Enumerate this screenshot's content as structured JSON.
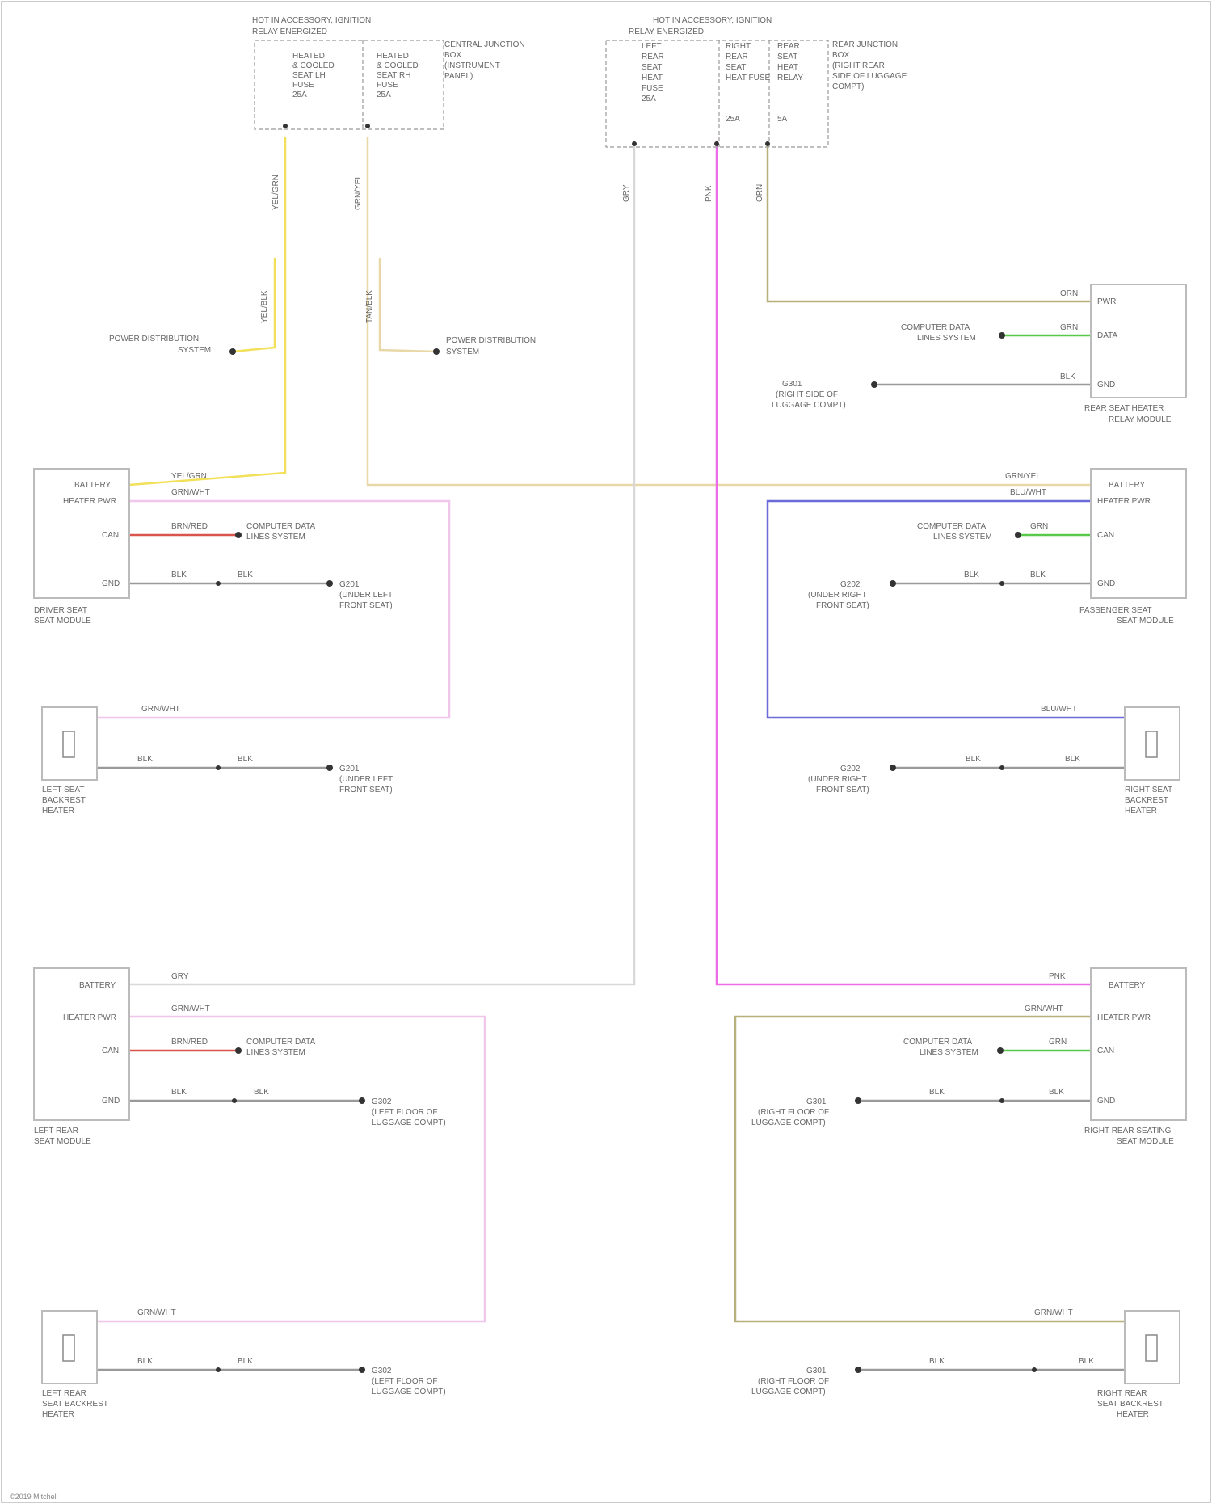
{
  "copyright": "©2019 Mitchell",
  "colors": {
    "yellow": "#f3e05a",
    "tan": "#e8d8a8",
    "grey": "#d8d8d8",
    "pink": "#ec6ce8",
    "light_pink": "#f0c6ea",
    "green": "#59c94b",
    "red": "#d9534f",
    "blue": "#6a6ad8",
    "olive": "#b7b07a",
    "ground": "#9a9a9a"
  },
  "fuse_box_left": {
    "title": "HOT IN ACCESSORY, IGNITION",
    "subtitle": "RELAY ENERGIZED",
    "fuse_1": [
      "HEATED",
      "& COOLED",
      "SEAT LH",
      "FUSE",
      "25A"
    ],
    "fuse_2": [
      "HEATED",
      "& COOLED",
      "SEAT RH",
      "FUSE",
      "25A"
    ],
    "side": [
      "CENTRAL JUNCTION",
      "BOX",
      "(INSTRUMENT",
      "PANEL)"
    ],
    "wire_1": "YEL/GRN",
    "wire_2": "GRN/YEL",
    "wire_1b": "YEL/BLK",
    "wire_2b": "TAN/BLK"
  },
  "fuse_box_right": {
    "title": "HOT IN ACCESSORY, IGNITION",
    "subtitle": "RELAY ENERGIZED",
    "fuse_1": [
      "LEFT",
      "REAR",
      "SEAT",
      "HEAT",
      "FUSE",
      "25A"
    ],
    "fuse_2": [
      "RIGHT",
      "REAR",
      "SEAT",
      "HEAT FUSE"
    ],
    "fuse_2_amp": "25A",
    "fuse_3": [
      "REAR",
      "SEAT",
      "HEAT",
      "RELAY"
    ],
    "fuse_3_amp": "5A",
    "side": [
      "REAR JUNCTION",
      "BOX",
      "(RIGHT REAR",
      "SIDE OF LUGGAGE",
      "COMPT)"
    ],
    "wire_1": "GRY",
    "wire_2": "PNK",
    "wire_3": "ORN"
  },
  "splices": {
    "left": [
      "POWER DISTRIBUTION",
      "SYSTEM"
    ],
    "right": [
      "POWER DISTRIBUTION",
      "SYSTEM"
    ]
  },
  "rear_relay": {
    "name": [
      "REAR SEAT HEATER",
      "RELAY MODULE"
    ],
    "pins": [
      "PWR",
      "DATA",
      "GND"
    ],
    "wires": [
      "ORN",
      "GRN",
      "BLK"
    ],
    "can": [
      "COMPUTER DATA",
      "LINES SYSTEM"
    ],
    "ground": [
      "G301",
      "(RIGHT SIDE OF",
      "LUGGAGE COMPT)"
    ]
  },
  "driver_module": {
    "name": [
      "DRIVER SEAT",
      "SEAT MODULE"
    ],
    "pins": [
      "BATTERY",
      "HEATER PWR",
      "CAN",
      "GND"
    ],
    "wires": [
      "YEL/GRN",
      "GRN/WHT",
      "BRN/RED",
      "BLK",
      "BLK"
    ],
    "can": [
      "COMPUTER DATA",
      "LINES SYSTEM"
    ],
    "ground": [
      "G201",
      "(UNDER LEFT",
      "FRONT SEAT)"
    ]
  },
  "passenger_module": {
    "name": [
      "PASSENGER SEAT",
      "SEAT MODULE"
    ],
    "pins": [
      "BATTERY",
      "HEATER PWR",
      "CAN",
      "GND"
    ],
    "wires": [
      "GRN/YEL",
      "BLU/WHT",
      "GRN",
      "BLK",
      "BLK"
    ],
    "can": [
      "COMPUTER DATA",
      "LINES SYSTEM"
    ],
    "ground": [
      "G202",
      "(UNDER RIGHT",
      "FRONT SEAT)"
    ]
  },
  "left_heater": {
    "name": [
      "LEFT SEAT",
      "BACKREST",
      "HEATER"
    ],
    "wires": [
      "GRN/WHT",
      "BLK",
      "BLK"
    ],
    "ground": [
      "G201",
      "(UNDER LEFT",
      "FRONT SEAT)"
    ]
  },
  "right_heater": {
    "name": [
      "RIGHT SEAT",
      "BACKREST",
      "HEATER"
    ],
    "wires": [
      "BLU/WHT",
      "BLK",
      "BLK"
    ],
    "ground": [
      "G202",
      "(UNDER RIGHT",
      "FRONT SEAT)"
    ]
  },
  "left_rear_module": {
    "name": [
      "LEFT REAR",
      "SEAT MODULE"
    ],
    "pins": [
      "BATTERY",
      "HEATER PWR",
      "CAN",
      "GND"
    ],
    "wires": [
      "GRY",
      "GRN/WHT",
      "BRN/RED",
      "BLK",
      "BLK"
    ],
    "can": [
      "COMPUTER DATA",
      "LINES SYSTEM"
    ],
    "ground": [
      "G302",
      "(LEFT FLOOR OF",
      "LUGGAGE COMPT)"
    ]
  },
  "right_rear_module": {
    "name": [
      "RIGHT REAR SEATING",
      "SEAT MODULE"
    ],
    "pins": [
      "BATTERY",
      "HEATER PWR",
      "CAN",
      "GND"
    ],
    "wires": [
      "PNK",
      "GRN/WHT",
      "GRN",
      "BLK",
      "BLK"
    ],
    "can": [
      "COMPUTER DATA",
      "LINES SYSTEM"
    ],
    "ground": [
      "G301",
      "(RIGHT FLOOR OF",
      "LUGGAGE COMPT)"
    ]
  },
  "left_rear_heater": {
    "name": [
      "LEFT REAR",
      "SEAT BACKREST",
      "HEATER"
    ],
    "wires": [
      "GRN/WHT",
      "BLK",
      "BLK"
    ],
    "ground": [
      "G302",
      "(LEFT FLOOR OF",
      "LUGGAGE COMPT)"
    ]
  },
  "right_rear_heater": {
    "name": [
      "RIGHT REAR",
      "SEAT BACKREST",
      "HEATER"
    ],
    "wires": [
      "GRN/WHT",
      "BLK",
      "BLK"
    ],
    "ground": [
      "G301",
      "(RIGHT FLOOR OF",
      "LUGGAGE COMPT)"
    ]
  }
}
